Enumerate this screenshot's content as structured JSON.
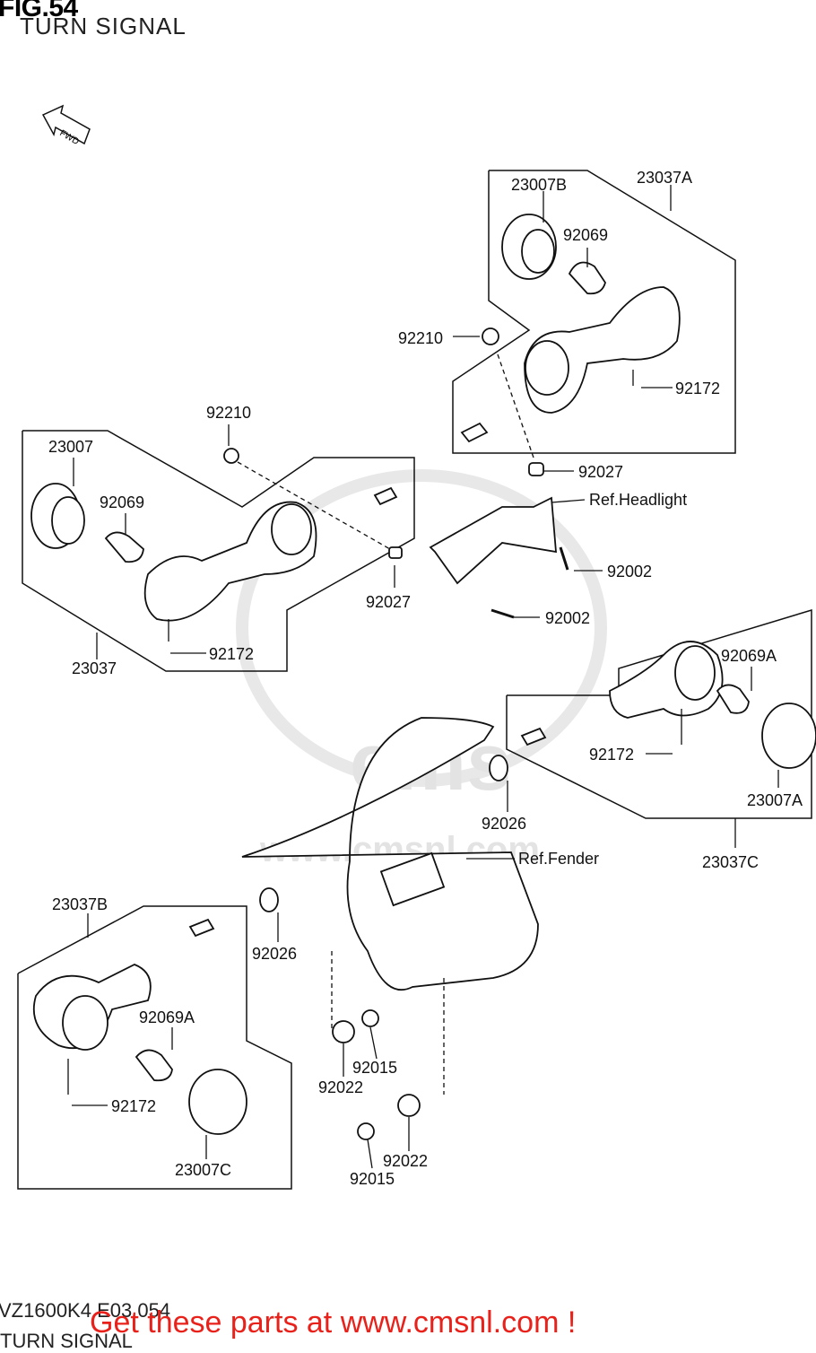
{
  "header": {
    "figure": "FIG.54",
    "subtitle": "TURN SIGNAL"
  },
  "fwd_label": "FWD",
  "watermark": {
    "brand": "cms",
    "url": "www.cmsnl.com"
  },
  "callouts": {
    "c1": "23007B",
    "c2": "23037A",
    "c3": "92069",
    "c4": "92210",
    "c5": "92172",
    "c6": "92027",
    "c7": "Ref.Headlight",
    "c8": "92002",
    "c9": "92210",
    "c10": "23007",
    "c11": "92069",
    "c12": "92027",
    "c13": "92002",
    "c14": "23037",
    "c15": "92172",
    "c16": "92069A",
    "c17": "92172",
    "c18": "23007A",
    "c19": "92026",
    "c20": "Ref.Fender",
    "c21": "23037C",
    "c22": "23037B",
    "c23": "92026",
    "c24": "92069A",
    "c25": "92172",
    "c26": "23007C",
    "c27": "92015",
    "c28": "92022",
    "c29": "92015",
    "c30": "92022"
  },
  "footer": {
    "code": "VZ1600K4 E03 054",
    "subtitle": "TURN SIGNAL",
    "cta": "Get these parts at www.cmsnl.com !"
  },
  "colors": {
    "cta": "#e8221b",
    "line": "#111111",
    "watermark": "#e0e0e0"
  }
}
